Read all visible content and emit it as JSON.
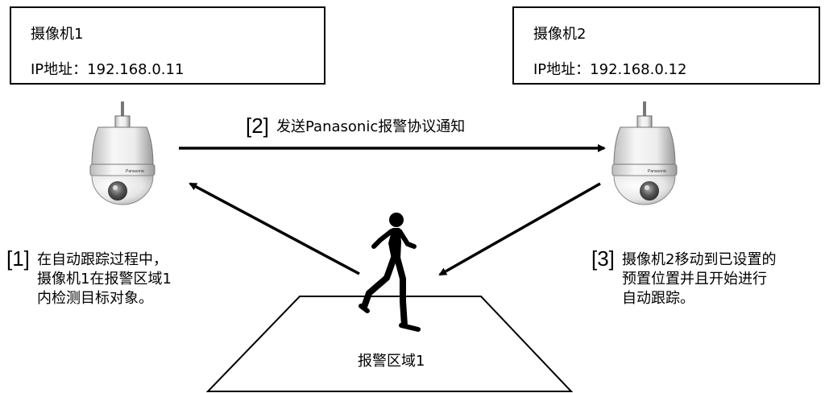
{
  "camera1": {
    "name": "摄像机1",
    "ip": "IP地址：192.168.0.11",
    "brand": "Panasonic"
  },
  "camera2": {
    "name": "摄像机2",
    "ip": "IP地址：192.168.0.12",
    "brand": "Panasonic"
  },
  "steps": [
    {
      "number": "[1]",
      "lines": [
        "在自动跟踪过程中，",
        "摄像机1在报警区域1",
        "内检测目标对象。"
      ]
    },
    {
      "number": "[2]",
      "lines": [
        "发送Panasonic报警协议通知"
      ]
    },
    {
      "number": "[3]",
      "lines": [
        "摄像机2移动到已设置的",
        "预置位置并且开始进行",
        "自动跟踪。"
      ]
    }
  ],
  "alarm_zone": {
    "label": "报警区域1"
  },
  "icons": {
    "camera": "dome-camera-icon",
    "person": "running-person-icon"
  }
}
